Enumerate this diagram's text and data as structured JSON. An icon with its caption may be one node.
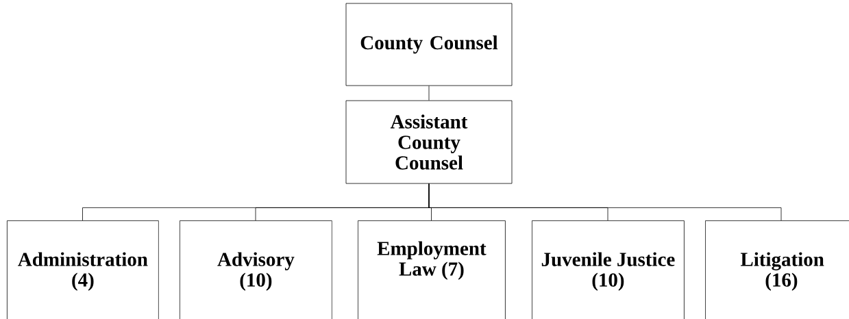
{
  "diagram": {
    "nodes": [
      {
        "text": [
          "County Counsel"
        ]
      },
      {
        "text": [
          "Assistant County Counsel"
        ]
      },
      {
        "text": [
          "Administration (4)"
        ]
      },
      {
        "text": [
          "Advisory (10)"
        ]
      },
      {
        "text": [
          "Employment Law (7)"
        ]
      },
      {
        "text": [
          "Juvenile Justice (10)"
        ]
      },
      {
        "text": [
          "Litigation (16)"
        ]
      }
    ],
    "edges": [
      {
        "from": 0,
        "to": 1,
        "arrow": "none"
      },
      {
        "from": 1,
        "to": 2,
        "arrow": "none"
      },
      {
        "from": 1,
        "to": 3,
        "arrow": "none"
      },
      {
        "from": 1,
        "to": 4,
        "arrow": "none"
      },
      {
        "from": 1,
        "to": 5,
        "arrow": "none"
      },
      {
        "from": 1,
        "to": 6,
        "arrow": "none"
      }
    ]
  }
}
